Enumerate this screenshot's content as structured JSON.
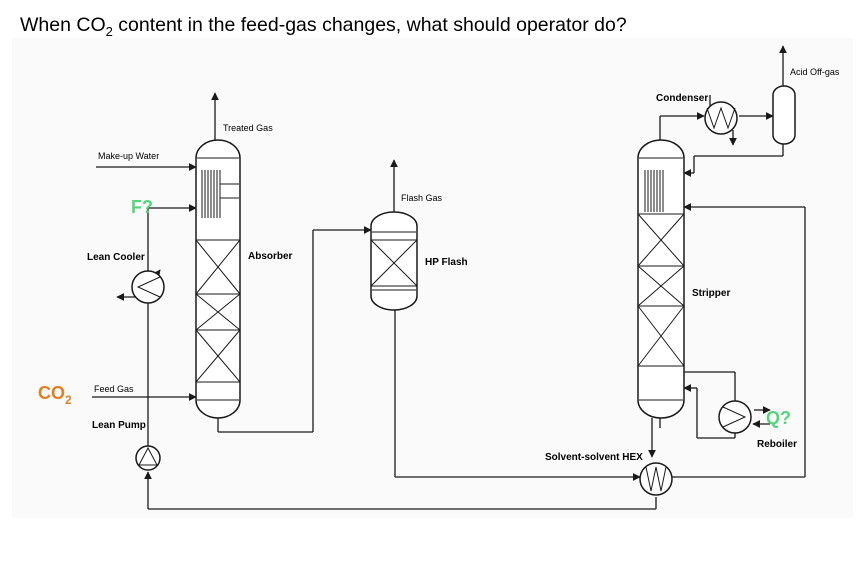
{
  "title": {
    "prefix": "When CO",
    "subscript": "2",
    "suffix": " content in the feed-gas changes, what should operator do?"
  },
  "labels": {
    "treated_gas": "Treated Gas",
    "makeup_water": "Make-up Water",
    "lean_cooler": "Lean Cooler",
    "feed_gas": "Feed Gas",
    "lean_pump": "Lean Pump",
    "absorber": "Absorber",
    "flash_gas": "Flash Gas",
    "hp_flash": "HP Flash",
    "condenser": "Condenser",
    "acid_offgas": "Acid Off-gas",
    "stripper": "Stripper",
    "reboiler": "Reboiler",
    "hex": "Solvent-solvent HEX"
  },
  "annotations": {
    "flow_question": "F?",
    "heat_question": "Q?",
    "co2_main": "CO",
    "co2_sub": "2"
  },
  "colors": {
    "question": "#52d67a",
    "co2": "#e07f25",
    "line": "#1a1a1a"
  }
}
